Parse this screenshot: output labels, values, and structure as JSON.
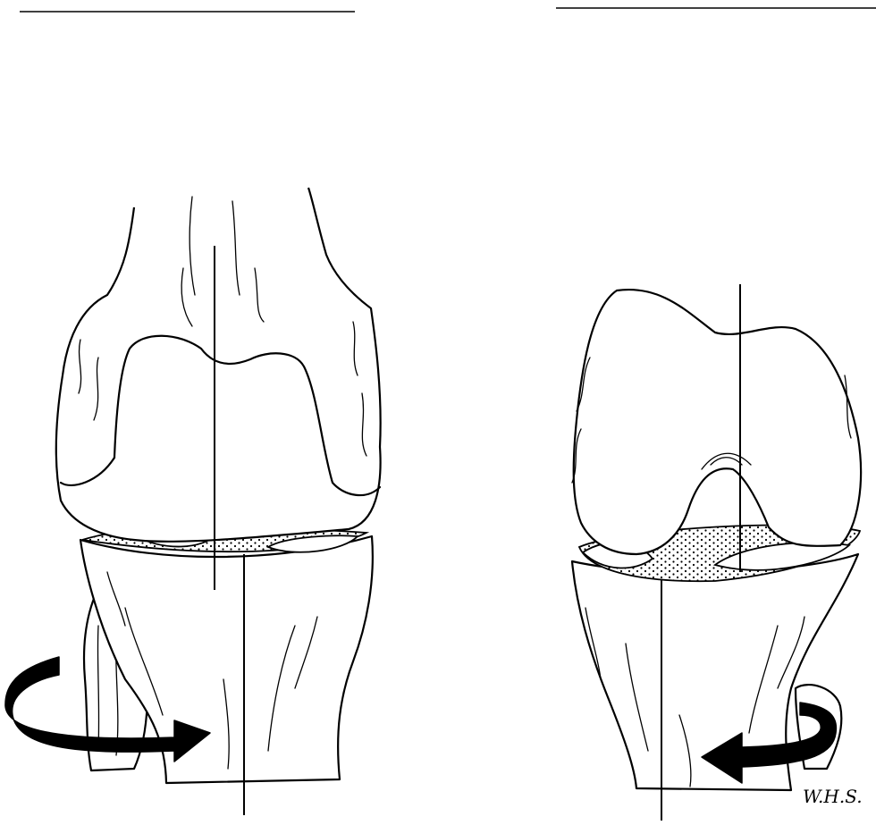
{
  "figure": {
    "signature": "W.H.S.",
    "colors": {
      "ink": "#000000",
      "background": "#ffffff"
    },
    "panels": [
      {
        "side": "left",
        "rotation_arrow": "curved-arrow-pointing-right"
      },
      {
        "side": "right",
        "rotation_arrow": "curved-arrow-pointing-left"
      }
    ]
  }
}
